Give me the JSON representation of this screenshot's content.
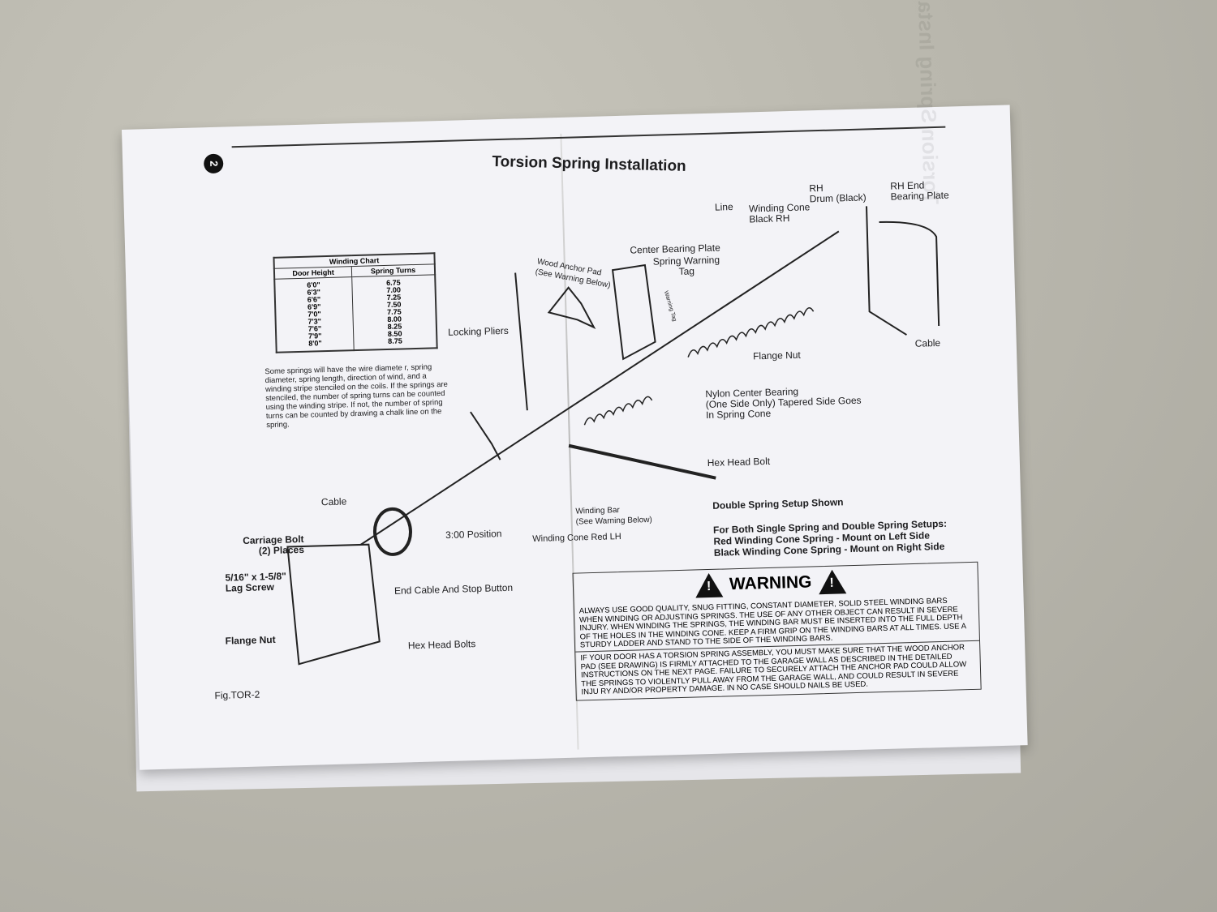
{
  "page_number": "2",
  "title": "Torsion Spring Installation",
  "winding_chart": {
    "title": "Winding Chart",
    "headers": [
      "Door Height",
      "Spring Turns"
    ],
    "door_heights": "6'0\"\n6'3\"\n6'6\"\n6'9\"\n7'0\"\n7'3\"\n7'6\"\n7'9\"\n8'0\"",
    "spring_turns": "6.75\n7.00\n7.25\n7.50\n7.75\n8.00\n8.25\n8.50\n8.75"
  },
  "chart_note": "Some springs will have the wire diamete r, spring diameter, spring length, direction of wind, and a winding stripe stenciled on the coils. If the springs are stenciled, the number of spring turns can be counted using the winding stripe. If not, the number of spring turns can be counted by drawing a chalk line on the spring.",
  "labels": {
    "line": "Line",
    "winding_cone_black": "Winding Cone\nBlack RH",
    "rh_drum": "RH\nDrum (Black)",
    "rh_end_bearing": "RH End\nBearing Plate",
    "center_bearing_plate": "Center Bearing Plate",
    "spring_warning_tag": "Spring Warning\nTag",
    "wood_anchor_pad": "Wood Anchor Pad\n(See Warning Below)",
    "locking_pliers": "Locking Pliers",
    "cable_right": "Cable",
    "flange_nut_right": "Flange Nut",
    "nylon_center_bearing": "Nylon Center Bearing\n(One Side Only) Tapered Side Goes\nIn Spring Cone",
    "hex_head_bolt": "Hex Head Bolt",
    "cable_left": "Cable",
    "carriage_bolt": "Carriage Bolt\n(2) Places",
    "lag_screw": "5/16\" x 1-5/8\"\nLag Screw",
    "position": "3:00 Position",
    "winding_bar": "Winding Bar\n(See Warning Below)",
    "winding_cone_red": "Winding Cone Red LH",
    "end_cable": "End Cable And Stop Button",
    "flange_nut_left": "Flange Nut",
    "hex_head_bolts": "Hex Head Bolts",
    "fig": "Fig.TOR-2",
    "tag_text": "Warning Tag"
  },
  "setup": {
    "double": "Double Spring Setup Shown",
    "both": "For Both Single Spring and Double Spring Setups:",
    "red": "Red Winding Cone Spring - Mount on Left Side",
    "black": "Black Winding Cone Spring - Mount on Right Side"
  },
  "warning": {
    "heading": "WARNING",
    "para1": "Always use good quality, snug fitting, constant diameter, solid steel winding bars when winding or adjusting springs. The use of any other object can result in severe injury. When winding the springs, the winding bar must be inserted into the full depth of the holes in the winding cone. Keep a firm grip on the winding bars at all times. Use a sturdy ladder and stand to the side of the winding bars.",
    "para2": "If your door has a torsion spring assembly, you must make sure that the wood anchor pad (see drawing) is firmly attached to the garage wall as described in the detailed instructions on the next page. Failure to securely attach the anchor pad could allow the springs to violently pull away from the garage wall, and could result in severe inju ry and/or property damage. In no case should nails be used."
  },
  "bleed_through_text": "Torsion Spring Installation"
}
